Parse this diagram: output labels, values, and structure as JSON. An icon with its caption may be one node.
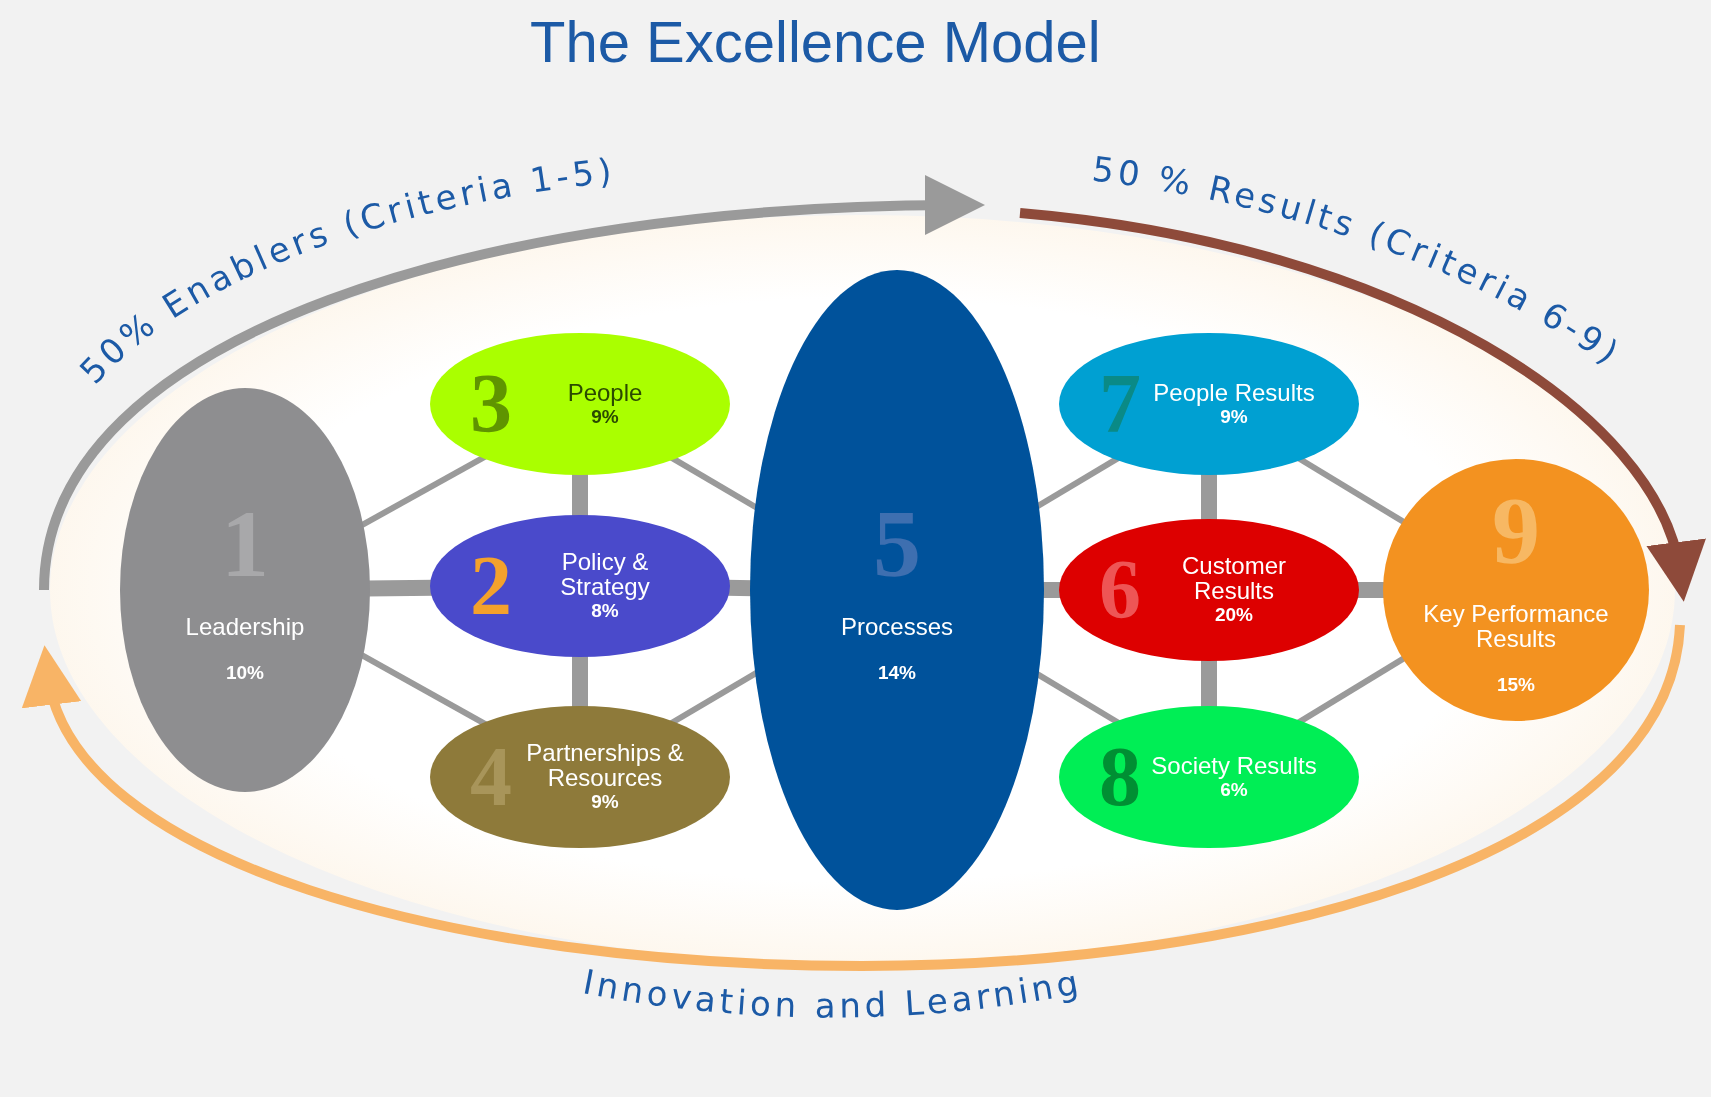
{
  "diagram": {
    "title": "The Excellence Model",
    "nodes": [
      {
        "text": [
          "1",
          "Leadership",
          "10%"
        ]
      },
      {
        "text": [
          "3",
          "People",
          "9%"
        ]
      },
      {
        "text": [
          "2",
          "Policy & Strategy",
          "8%"
        ]
      },
      {
        "text": [
          "4",
          "Partnerships & Resources",
          "9%"
        ]
      },
      {
        "text": [
          "5",
          "Processes",
          "14%"
        ]
      },
      {
        "text": [
          "7",
          "People Results",
          "9%"
        ]
      },
      {
        "text": [
          "6",
          "Customer Results",
          "20%"
        ]
      },
      {
        "text": [
          "8",
          "Society Results",
          "6%"
        ]
      },
      {
        "text": [
          "9",
          "Key Performance Results",
          "15%"
        ]
      }
    ],
    "edges": [
      {
        "from": 0,
        "to": 1,
        "arrow": "none"
      },
      {
        "from": 0,
        "to": 2,
        "arrow": "none",
        "style": "thick"
      },
      {
        "from": 0,
        "to": 3,
        "arrow": "none"
      },
      {
        "from": 1,
        "to": 2,
        "arrow": "none",
        "style": "thick"
      },
      {
        "from": 2,
        "to": 3,
        "arrow": "none",
        "style": "thick"
      },
      {
        "from": 1,
        "to": 4,
        "arrow": "none"
      },
      {
        "from": 2,
        "to": 4,
        "arrow": "none",
        "style": "thick"
      },
      {
        "from": 3,
        "to": 4,
        "arrow": "none"
      },
      {
        "from": 4,
        "to": 5,
        "arrow": "none"
      },
      {
        "from": 4,
        "to": 6,
        "arrow": "none",
        "style": "thick"
      },
      {
        "from": 4,
        "to": 7,
        "arrow": "none"
      },
      {
        "from": 5,
        "to": 6,
        "arrow": "none",
        "style": "thick"
      },
      {
        "from": 6,
        "to": 7,
        "arrow": "none",
        "style": "thick"
      },
      {
        "from": 5,
        "to": 8,
        "arrow": "none"
      },
      {
        "from": 6,
        "to": 8,
        "arrow": "none",
        "style": "thick"
      },
      {
        "from": 7,
        "to": 8,
        "arrow": "none"
      }
    ],
    "labels": [
      "50% Enablers (Criteria 1-5)",
      "50 % Results (Criteria 6-9)",
      "Innovation and Learning"
    ]
  }
}
